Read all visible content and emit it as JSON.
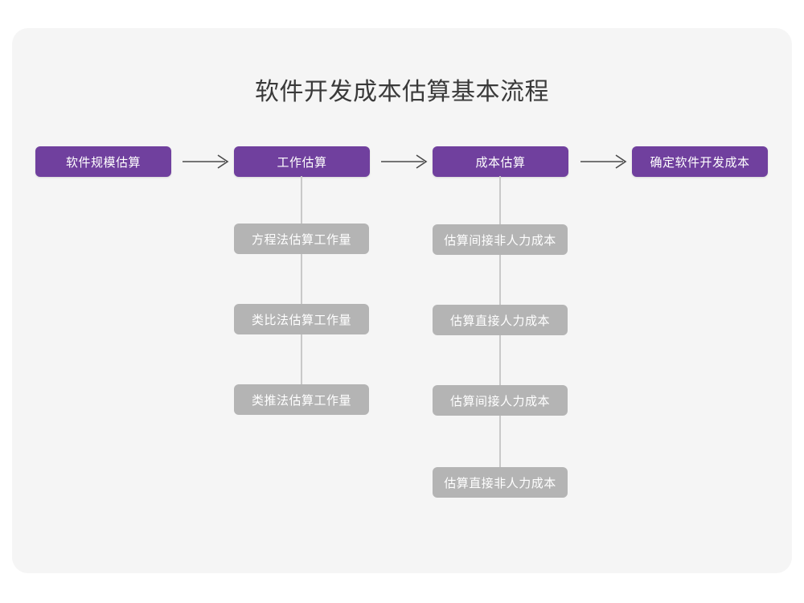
{
  "diagram": {
    "title": "软件开发成本估算基本流程",
    "colors": {
      "card_background": "#f5f5f5",
      "page_background": "#ffffff",
      "stage_fill": "#70409e",
      "stage_text": "#ffffff",
      "sub_fill": "#b4b4b4",
      "sub_text": "#ffffff",
      "connector": "#c9c9c9",
      "arrow": "#4a4a4a",
      "title_text": "#3a3a3a"
    },
    "stages": [
      {
        "label": "软件规模估算"
      },
      {
        "label": "工作估算"
      },
      {
        "label": "成本估算"
      },
      {
        "label": "确定软件开发成本"
      }
    ],
    "arrows": [
      {
        "name": "arrow-1",
        "glyph": "right-arrow-icon"
      },
      {
        "name": "arrow-2",
        "glyph": "right-arrow-icon"
      },
      {
        "name": "arrow-3",
        "glyph": "right-arrow-icon"
      }
    ],
    "branches": [
      {
        "parent": "工作估算",
        "items": [
          "方程法估算工作量",
          "类比法估算工作量",
          "类推法估算工作量"
        ]
      },
      {
        "parent": "成本估算",
        "items": [
          "估算间接非人力成本",
          "估算直接人力成本",
          "估算间接人力成本",
          "估算直接非人力成本"
        ]
      }
    ]
  }
}
